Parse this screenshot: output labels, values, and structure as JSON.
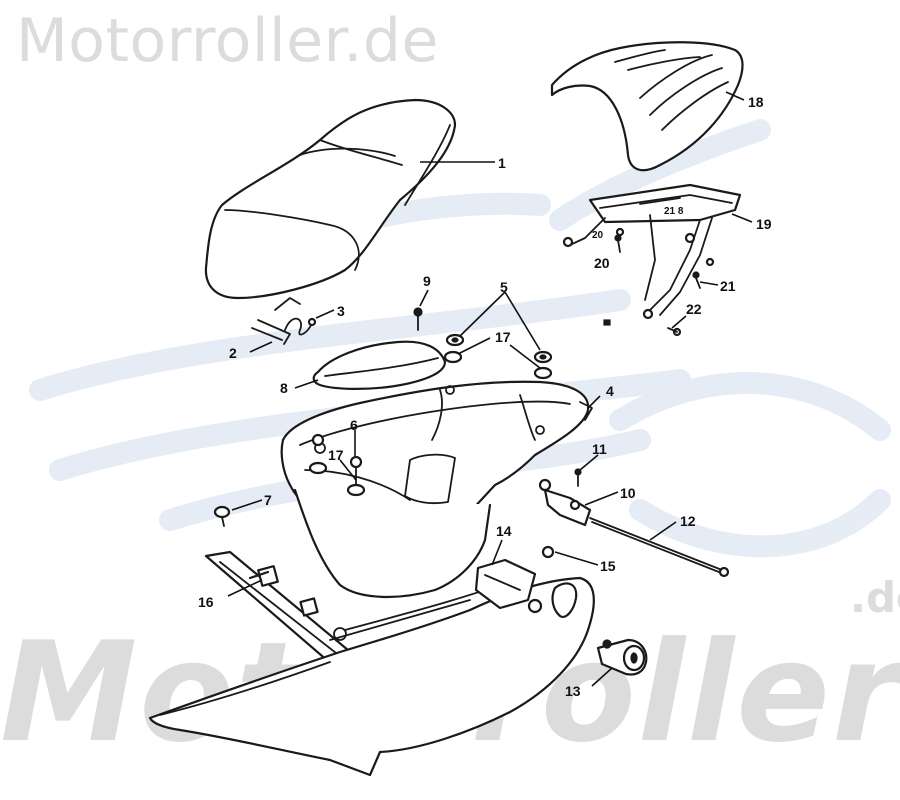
{
  "watermark": {
    "top_text": "Motorroller.de",
    "bottom_text": "Motorroller",
    "bottom_suffix": ".de",
    "logo_color": "#dbe6f1",
    "text_color": "#dcdcdc"
  },
  "callouts": [
    {
      "id": "1",
      "part": "seat"
    },
    {
      "id": "2",
      "part": "seat-hinge-pin"
    },
    {
      "id": "3",
      "part": "hinge-clip"
    },
    {
      "id": "4",
      "part": "helmet-box"
    },
    {
      "id": "5",
      "part": "rubber-grommet"
    },
    {
      "id": "6",
      "part": "bolt"
    },
    {
      "id": "7",
      "part": "screw"
    },
    {
      "id": "8",
      "part": "battery-cover"
    },
    {
      "id": "9",
      "part": "screw"
    },
    {
      "id": "10",
      "part": "seat-lock"
    },
    {
      "id": "11",
      "part": "screw"
    },
    {
      "id": "12",
      "part": "lock-cable"
    },
    {
      "id": "13",
      "part": "key-cylinder"
    },
    {
      "id": "14",
      "part": "lock-bracket"
    },
    {
      "id": "15",
      "part": "bolt"
    },
    {
      "id": "16",
      "part": "frame-bracket"
    },
    {
      "id": "17",
      "part": "washer"
    },
    {
      "id": "18",
      "part": "rack-cover"
    },
    {
      "id": "19",
      "part": "rear-carrier"
    },
    {
      "id": "20",
      "part": "bolt"
    },
    {
      "id": "21",
      "part": "bolt"
    },
    {
      "id": "22",
      "part": "bolt"
    }
  ],
  "small_labels": {
    "carrier_a": "21 8",
    "carrier_b": "20"
  }
}
